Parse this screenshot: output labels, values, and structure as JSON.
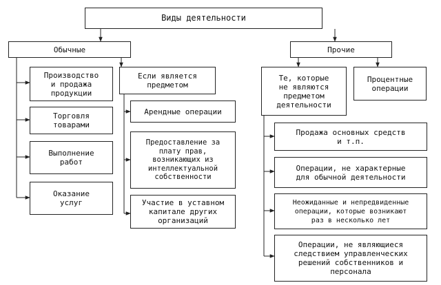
{
  "diagram": {
    "root": "Виды деятельности",
    "ordinary": {
      "title": "Обычные",
      "items": [
        "Производство\nи продажа\nпродукции",
        "Торговля\nтоварами",
        "Выполнение\nработ",
        "Оказание\nуслуг"
      ],
      "subject": {
        "title": "Если является\nпредметом",
        "items": [
          "Арендные операции",
          "Предоставление за\nплату прав,\nвозникающих из\nинтеллектуальной\nсобственности",
          "Участие в уставном\nкапитале других\nорганизаций"
        ]
      }
    },
    "other": {
      "title": "Прочие",
      "not_subject": "Те, которые\nне являются\nпредметом\nдеятельности",
      "interest": "Процентные\nоперации",
      "items": [
        "Продажа основных средств\nи т.п.",
        "Операции, не характерные\nдля обычной деятельности",
        "Неожиданные и непредвиденные\nоперации, которые возникают\nраз в несколько лет",
        "Операции, не являющиеся\nследствием управленческих\nрешений собственников и\nперсонала"
      ]
    }
  },
  "colors": {
    "line": "#222222",
    "border": "#222222",
    "background": "#ffffff"
  }
}
